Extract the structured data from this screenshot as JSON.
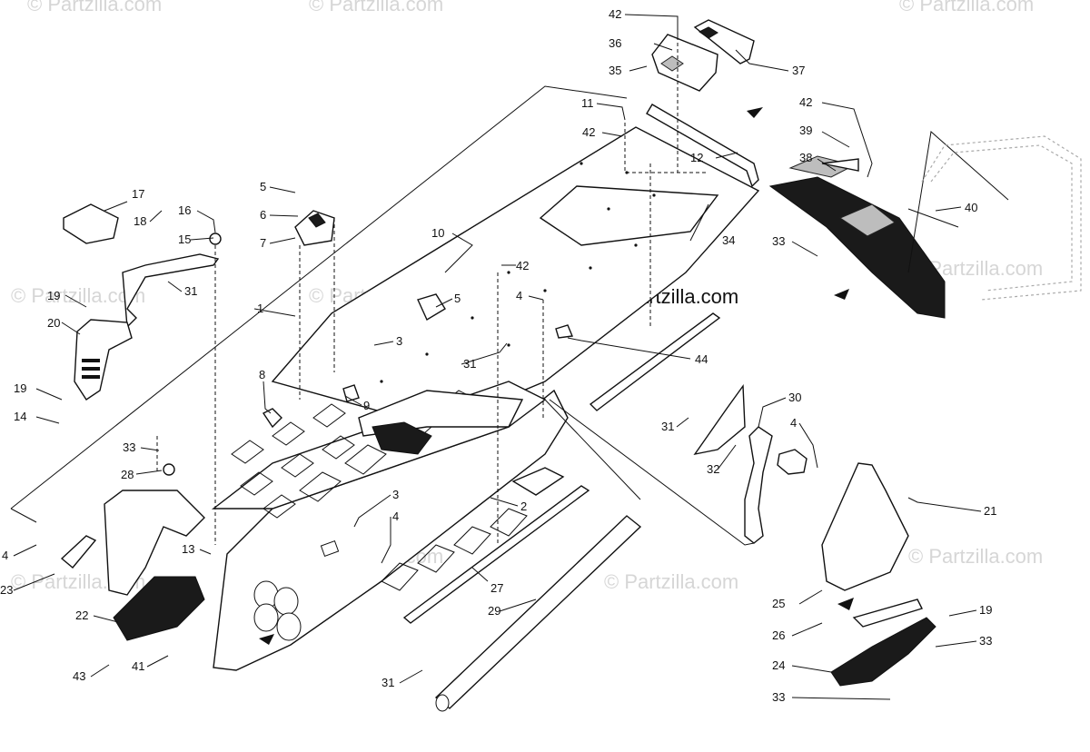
{
  "watermark": "© Partzilla.com",
  "brand_mark": "© Partzilla.com",
  "callouts": [
    {
      "id": "c42a",
      "text": "42"
    },
    {
      "id": "c36",
      "text": "36"
    },
    {
      "id": "c35",
      "text": "35"
    },
    {
      "id": "c37",
      "text": "37"
    },
    {
      "id": "c11",
      "text": "11"
    },
    {
      "id": "c42b",
      "text": "42"
    },
    {
      "id": "c42c",
      "text": "42"
    },
    {
      "id": "c12",
      "text": "12"
    },
    {
      "id": "c39",
      "text": "39"
    },
    {
      "id": "c38",
      "text": "38"
    },
    {
      "id": "c40",
      "text": "40"
    },
    {
      "id": "c33a",
      "text": "33"
    },
    {
      "id": "c17",
      "text": "17"
    },
    {
      "id": "c16",
      "text": "16"
    },
    {
      "id": "c18",
      "text": "18"
    },
    {
      "id": "c15",
      "text": "15"
    },
    {
      "id": "c5a",
      "text": "5"
    },
    {
      "id": "c6",
      "text": "6"
    },
    {
      "id": "c7",
      "text": "7"
    },
    {
      "id": "c10",
      "text": "10"
    },
    {
      "id": "c34",
      "text": "34"
    },
    {
      "id": "c42d",
      "text": "42"
    },
    {
      "id": "c31a",
      "text": "31"
    },
    {
      "id": "c19a",
      "text": "19"
    },
    {
      "id": "c1",
      "text": "1"
    },
    {
      "id": "c5b",
      "text": "5"
    },
    {
      "id": "c4a",
      "text": "4"
    },
    {
      "id": "c20",
      "text": "20"
    },
    {
      "id": "c3a",
      "text": "3"
    },
    {
      "id": "c31b",
      "text": "31"
    },
    {
      "id": "c44",
      "text": "44"
    },
    {
      "id": "c8",
      "text": "8"
    },
    {
      "id": "c9",
      "text": "9"
    },
    {
      "id": "c19b",
      "text": "19"
    },
    {
      "id": "c14",
      "text": "14"
    },
    {
      "id": "c30",
      "text": "30"
    },
    {
      "id": "c4b",
      "text": "4"
    },
    {
      "id": "c31c",
      "text": "31"
    },
    {
      "id": "c33b",
      "text": "33"
    },
    {
      "id": "c28",
      "text": "28"
    },
    {
      "id": "c32",
      "text": "32"
    },
    {
      "id": "c3b",
      "text": "3"
    },
    {
      "id": "c2",
      "text": "2"
    },
    {
      "id": "c4c",
      "text": "4"
    },
    {
      "id": "c21",
      "text": "21"
    },
    {
      "id": "c4d",
      "text": "4"
    },
    {
      "id": "c13",
      "text": "13"
    },
    {
      "id": "c23",
      "text": "23"
    },
    {
      "id": "c27",
      "text": "27"
    },
    {
      "id": "c25",
      "text": "25"
    },
    {
      "id": "c19c",
      "text": "19"
    },
    {
      "id": "c22",
      "text": "22"
    },
    {
      "id": "c29",
      "text": "29"
    },
    {
      "id": "c26",
      "text": "26"
    },
    {
      "id": "c33c",
      "text": "33"
    },
    {
      "id": "c24",
      "text": "24"
    },
    {
      "id": "c41",
      "text": "41"
    },
    {
      "id": "c43",
      "text": "43"
    },
    {
      "id": "c31d",
      "text": "31"
    },
    {
      "id": "c33d",
      "text": "33"
    }
  ]
}
